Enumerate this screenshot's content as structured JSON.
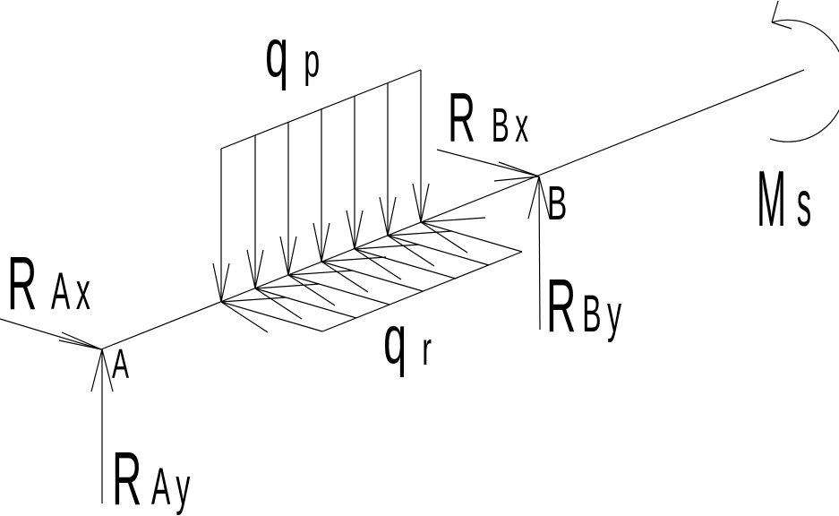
{
  "figure": {
    "background_color": "#ffffff",
    "line_color": "#000000",
    "kind": "free-body diagram of a beam with distributed loads, support reactions and a moment"
  },
  "labels": {
    "load_top": {
      "main": "q",
      "sub": "p"
    },
    "load_bottom": {
      "main": "q",
      "sub": "r"
    },
    "reaction_ax": {
      "main": "R",
      "sub": "Ax"
    },
    "reaction_ay": {
      "main": "R",
      "sub": "Ay"
    },
    "reaction_bx": {
      "main": "R",
      "sub": "Bx"
    },
    "reaction_by": {
      "main": "R",
      "sub": "By"
    },
    "moment": {
      "main": "M",
      "sub": "s"
    },
    "support_a": "A",
    "support_b": "B"
  }
}
